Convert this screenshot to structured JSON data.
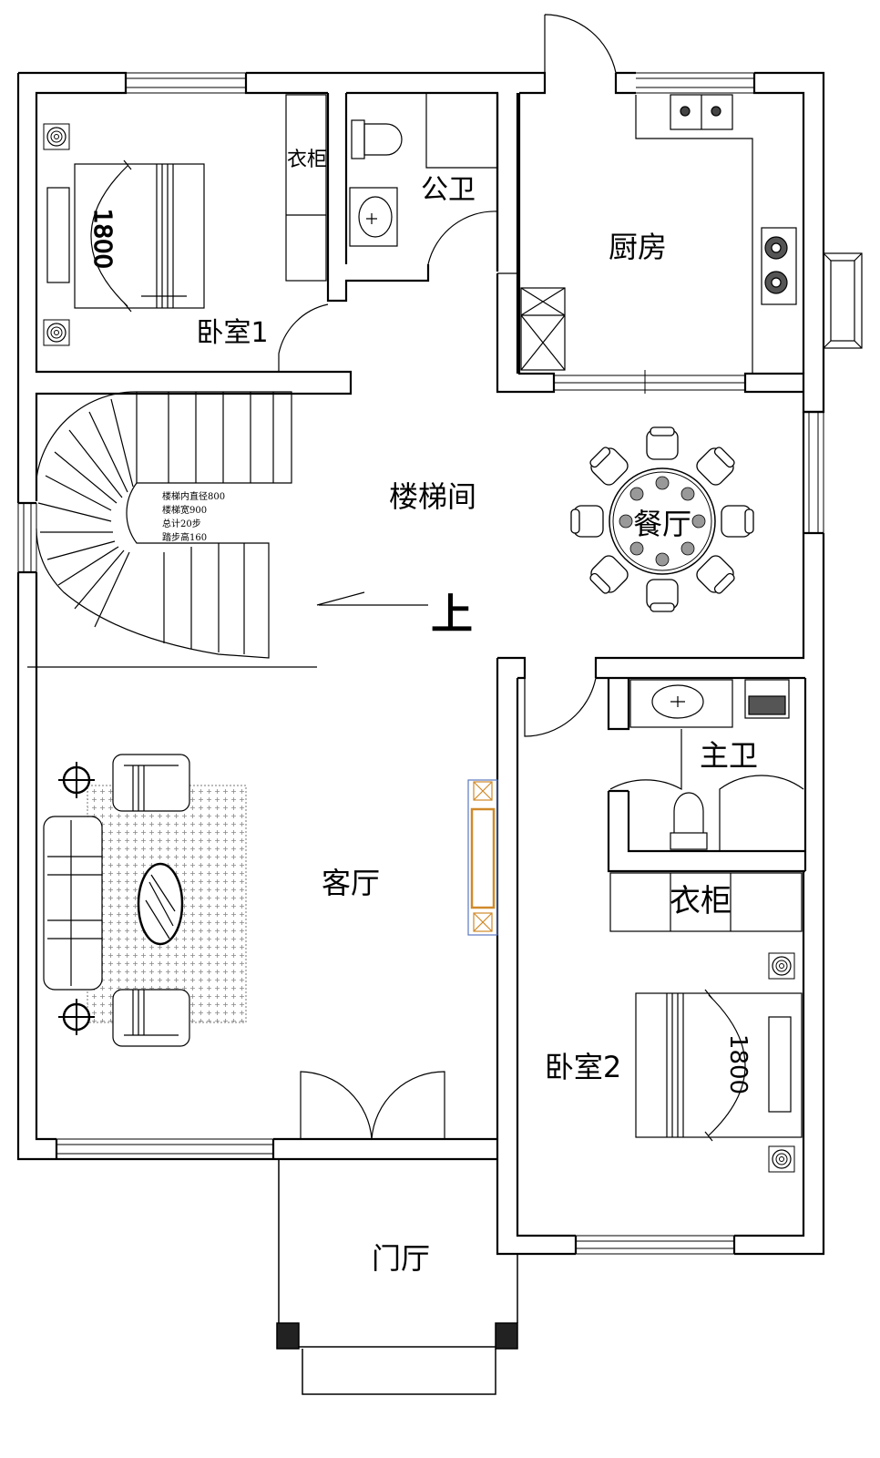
{
  "rooms": {
    "bedroom1": "卧室1",
    "wardrobe1": "衣柜",
    "public_bath": "公卫",
    "kitchen": "厨房",
    "stairwell": "楼梯间",
    "dining": "餐厅",
    "up": "上",
    "master_bath": "主卫",
    "wardrobe2": "衣柜",
    "living": "客厅",
    "bedroom2": "卧室2",
    "foyer": "门厅"
  },
  "bed1_size": "1800",
  "bed2_size": "1800",
  "stair_notes": [
    "楼梯内直径800",
    "楼梯宽900",
    "总计20步",
    "踏步高160"
  ]
}
